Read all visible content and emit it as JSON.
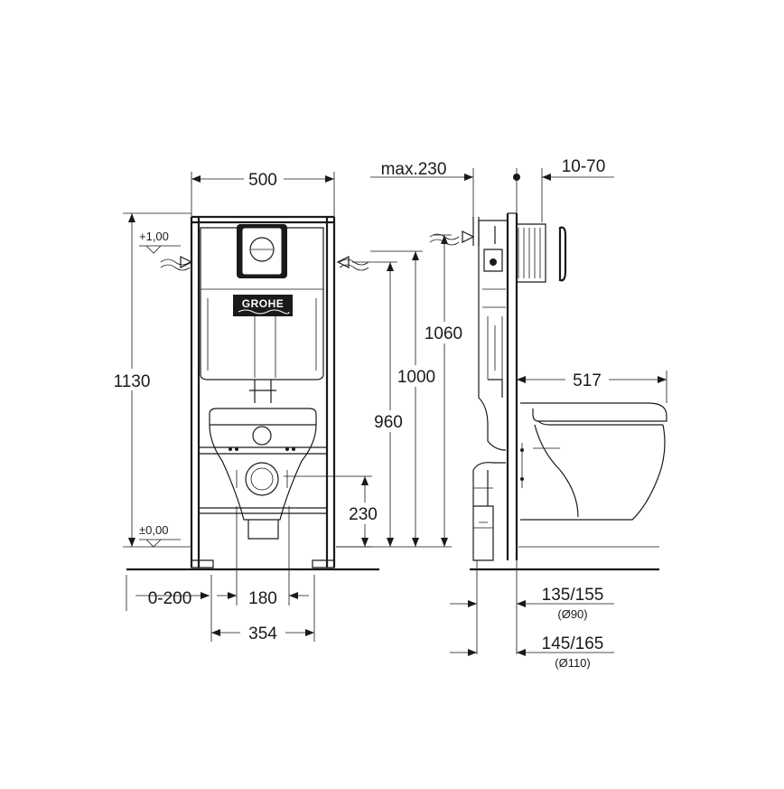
{
  "brand": "GROHE",
  "dimensions": {
    "width_500": "500",
    "height_1130": "1130",
    "level_plus": "+1,00",
    "level_zero": "±0,00",
    "offset_0_200": "0-200",
    "width_180": "180",
    "width_354": "354",
    "height_230": "230",
    "height_960": "960",
    "height_1000": "1000",
    "height_1060": "1060",
    "max_230": "max.230",
    "range_10_70": "10-70",
    "depth_517": "517",
    "depth_135_155": "135/155",
    "dia_90": "(Ø90)",
    "depth_145_165": "145/165",
    "dia_110": "(Ø110)"
  }
}
